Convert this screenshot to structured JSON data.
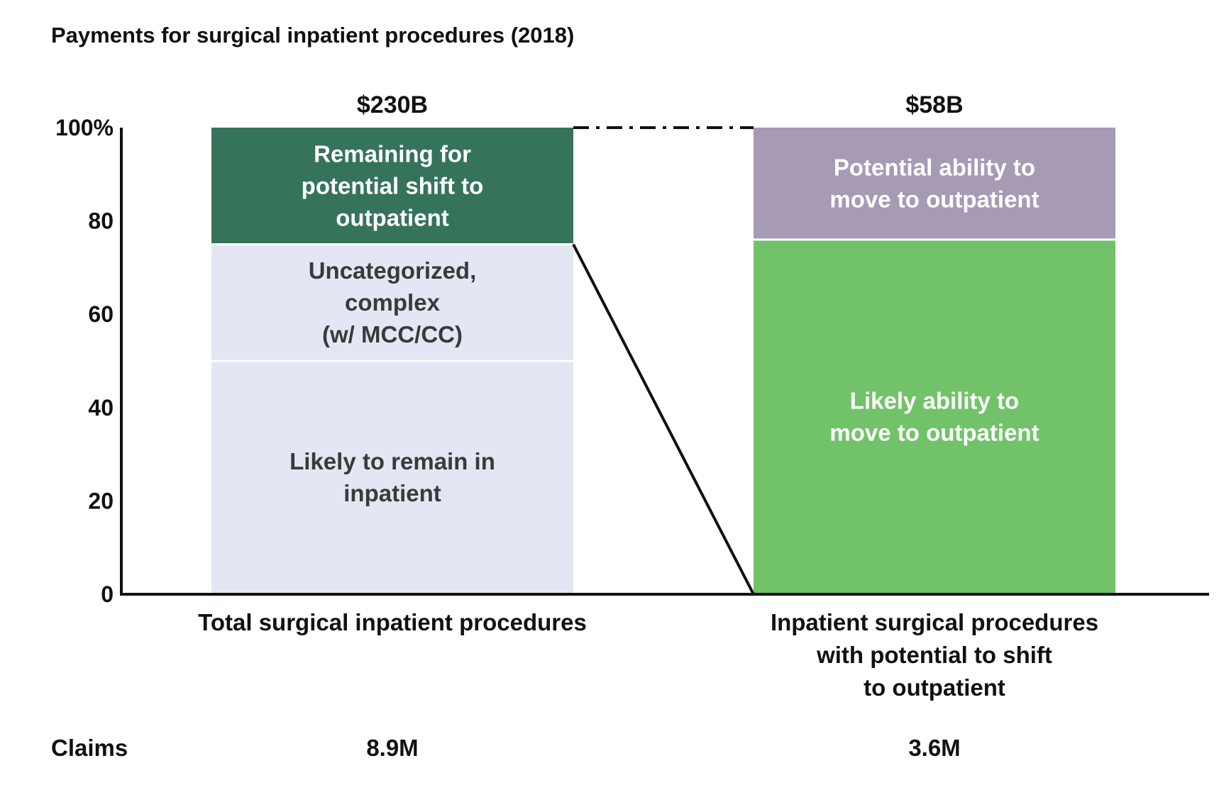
{
  "chart_data": {
    "type": "bar",
    "stacked": true,
    "title": "Payments for surgical inpatient procedures (2018)",
    "ylim": [
      0,
      100
    ],
    "yticks": [
      "0",
      "20",
      "40",
      "60",
      "80",
      "100%"
    ],
    "ytick_values": [
      0,
      20,
      40,
      60,
      80,
      100
    ],
    "grid": false,
    "legend": "none",
    "categories": [
      "Total surgical inpatient procedures",
      "Inpatient surgical procedures with potential to shift to outpatient"
    ],
    "category_label_lines": [
      [
        "Total surgical inpatient procedures"
      ],
      [
        "Inpatient surgical procedures",
        "with potential to shift",
        "to outpatient"
      ]
    ],
    "totals": [
      "$230B",
      "$58B"
    ],
    "claims_label": "Claims",
    "claims": [
      "8.9M",
      "3.6M"
    ],
    "bars": [
      {
        "segments": [
          {
            "name": "Likely to remain in inpatient",
            "lines": [
              "Likely to remain in",
              "inpatient"
            ],
            "value": 50,
            "color": "#e3e7f3",
            "text_color": "#3a3a3a"
          },
          {
            "name": "Uncategorized, complex (w/ MCC/CC)",
            "lines": [
              "Uncategorized,",
              "complex",
              "(w/ MCC/CC)"
            ],
            "value": 25,
            "color": "#e3e7f3",
            "text_color": "#3a3a3a"
          },
          {
            "name": "Remaining for potential shift to outpatient",
            "lines": [
              "Remaining for",
              "potential shift to",
              "outpatient"
            ],
            "value": 25,
            "color": "#35735a",
            "text_color": "#ffffff"
          }
        ]
      },
      {
        "segments": [
          {
            "name": "Likely ability to move to outpatient",
            "lines": [
              "Likely ability to",
              "move to outpatient"
            ],
            "value": 76,
            "color": "#72c26a",
            "text_color": "#ffffff"
          },
          {
            "name": "Potential ability to move to outpatient",
            "lines": [
              "Potential ability to",
              "move to outpatient"
            ],
            "value": 24,
            "color": "#a69ab5",
            "text_color": "#ffffff"
          }
        ]
      }
    ]
  }
}
